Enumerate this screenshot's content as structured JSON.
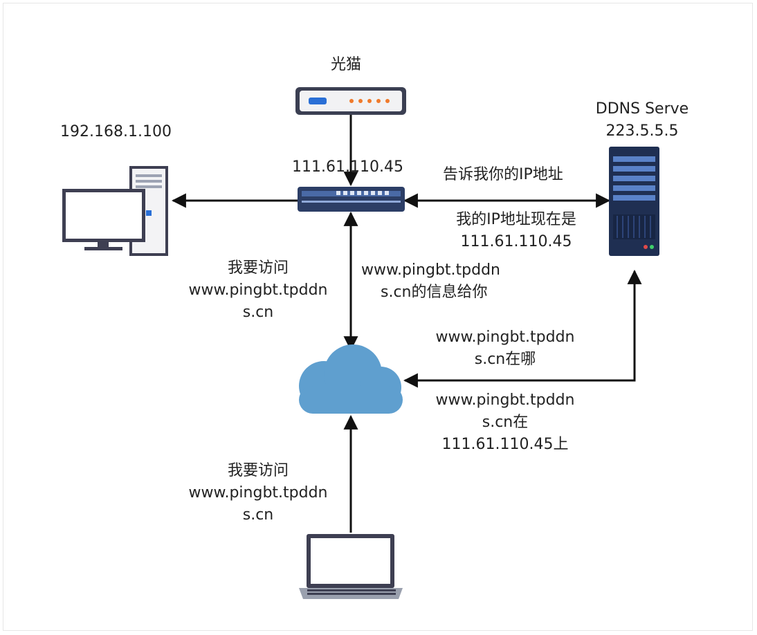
{
  "modem": {
    "label": "光猫"
  },
  "pc": {
    "ip": "192.168.1.100"
  },
  "router": {
    "ip": "111.61.110.45"
  },
  "ddns_server": {
    "name": "DDNS Serve",
    "ip": "223.5.5.5"
  },
  "messages": {
    "ask_ip": "告诉我你的IP地址",
    "reply_ip_line1": "我的IP地址现在是",
    "reply_ip_line2": "111.61.110.45",
    "router_to_cloud_line1": "www.pingbt.tpddn",
    "router_to_cloud_line2": "s.cn的信息给你",
    "left_request_line1": "我要访问",
    "left_request_line2": "www.pingbt.tpddn",
    "left_request_line3": "s.cn",
    "where_line1": "www.pingbt.tpddn",
    "where_line2": "s.cn在哪",
    "answer_line1": "www.pingbt.tpddn",
    "answer_line2": "s.cn在",
    "answer_line3": "111.61.110.45上",
    "bottom_request_line1": "我要访问",
    "bottom_request_line2": "www.pingbt.tpddn",
    "bottom_request_line3": "s.cn"
  },
  "colors": {
    "line": "#111111",
    "cloud": "#5f9fcf",
    "modem_body": "#3b3f52",
    "switch_body": "#2c3e66",
    "server_body": "#1f2f52",
    "server_slot": "#5a82c8"
  }
}
